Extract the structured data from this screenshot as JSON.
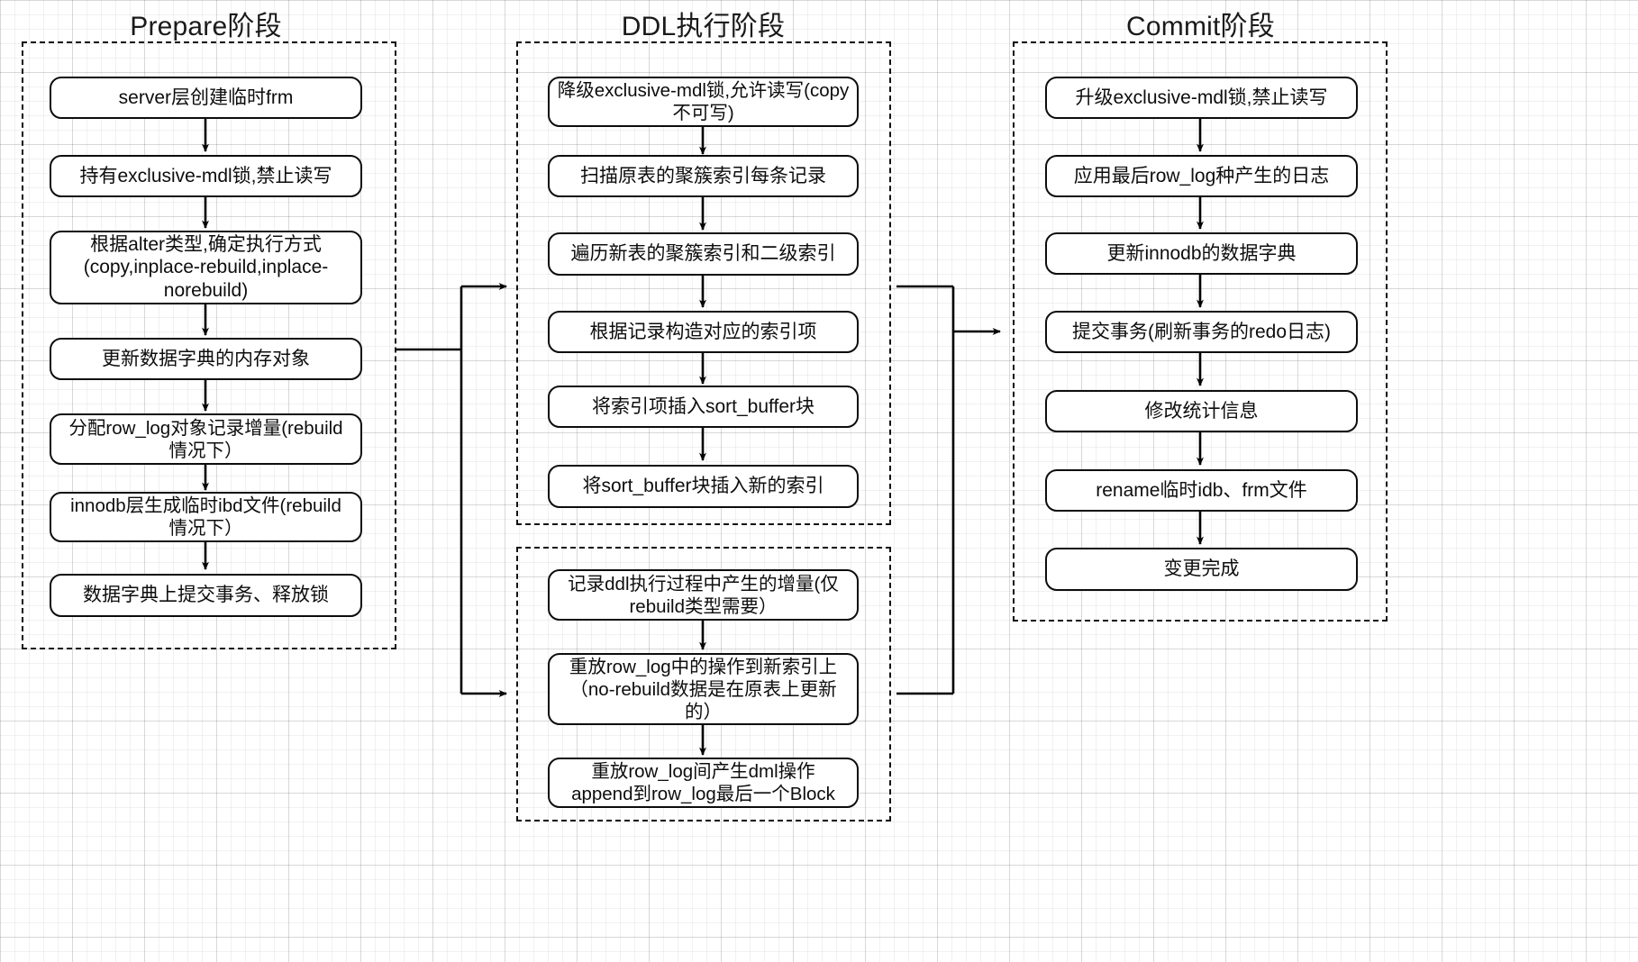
{
  "diagram": {
    "title_visible": false,
    "type": "flowchart",
    "colors": {
      "node_border": "#0d0d0d",
      "node_fill": "#ffffff",
      "lane_border": "#111111",
      "edge": "#000000",
      "grid_minor": "rgba(0,0,0,0.055)",
      "grid_major": "rgba(0,0,0,0.10)",
      "text": "#1a1a1a"
    },
    "lanes": [
      {
        "id": "prepare",
        "title": "Prepare阶段",
        "nodes": [
          {
            "id": "p1",
            "text": "server层创建临时frm"
          },
          {
            "id": "p2",
            "text": "持有exclusive-mdl锁,禁止读写"
          },
          {
            "id": "p3",
            "text": "根据alter类型,确定执行方式\n(copy,inplace-rebuild,inplace-\nnorebuild)"
          },
          {
            "id": "p4",
            "text": "更新数据字典的内存对象"
          },
          {
            "id": "p5",
            "text": "分配row_log对象记录增量(rebuild\n情况下）"
          },
          {
            "id": "p6",
            "text": "innodb层生成临时ibd文件(rebuild\n情况下）"
          },
          {
            "id": "p7",
            "text": "数据字典上提交事务、释放锁"
          }
        ]
      },
      {
        "id": "ddl",
        "title": "DDL执行阶段",
        "nodes": [
          {
            "id": "d1",
            "text": "降级exclusive-mdl锁,允许读写(copy\n不可写)"
          },
          {
            "id": "d2",
            "text": "扫描原表的聚簇索引每条记录"
          },
          {
            "id": "d3",
            "text": "遍历新表的聚簇索引和二级索引"
          },
          {
            "id": "d4",
            "text": "根据记录构造对应的索引项"
          },
          {
            "id": "d5",
            "text": "将索引项插入sort_buffer块"
          },
          {
            "id": "d6",
            "text": "将sort_buffer块插入新的索引"
          }
        ],
        "sub_nodes": [
          {
            "id": "d7",
            "text": "记录ddl执行过程中产生的增量(仅\nrebuild类型需要）"
          },
          {
            "id": "d8",
            "text": "重放row_log中的操作到新索引上\n（no-rebuild数据是在原表上更新\n的）"
          },
          {
            "id": "d9",
            "text": "重放row_log间产生dml操作\nappend到row_log最后一个Block"
          }
        ]
      },
      {
        "id": "commit",
        "title": "Commit阶段",
        "nodes": [
          {
            "id": "c1",
            "text": "升级exclusive-mdl锁,禁止读写"
          },
          {
            "id": "c2",
            "text": "应用最后row_log种产生的日志"
          },
          {
            "id": "c3",
            "text": "更新innodb的数据字典"
          },
          {
            "id": "c4",
            "text": "提交事务(刷新事务的redo日志)"
          },
          {
            "id": "c5",
            "text": "修改统计信息"
          },
          {
            "id": "c6",
            "text": "rename临时idb、frm文件"
          },
          {
            "id": "c7",
            "text": "变更完成"
          }
        ]
      }
    ]
  }
}
